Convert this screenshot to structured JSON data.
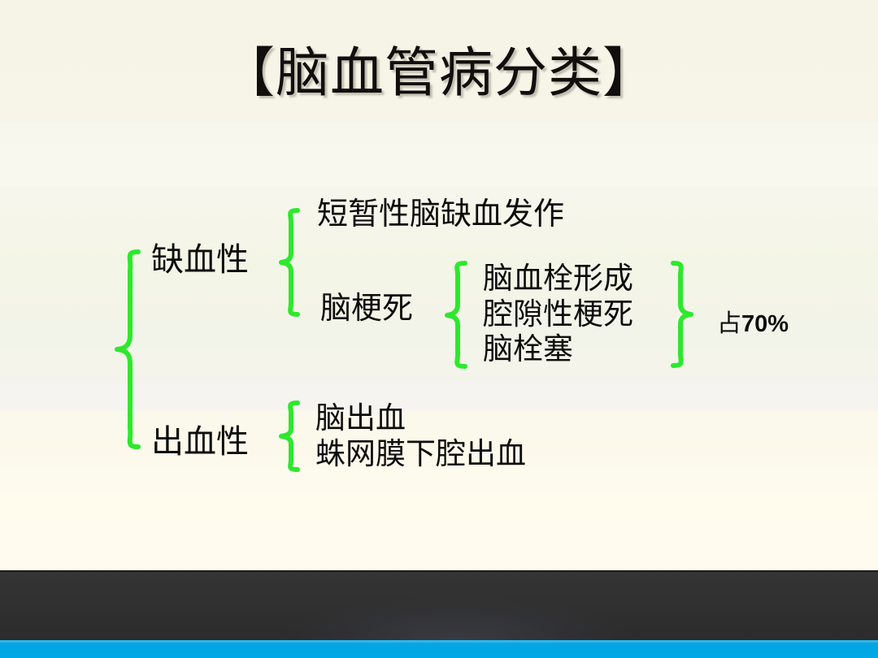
{
  "slide": {
    "title": "【脑血管病分类】",
    "brace_color": "#2de82d",
    "text_color": "#0d0d0b",
    "background_color": "#f6f4e6",
    "footer_dark_color": "#303030",
    "footer_accent_color": "#00a6e2"
  },
  "diagram": {
    "root_label": "",
    "branches": [
      {
        "label": "缺血性",
        "children": [
          {
            "label": "短暂性脑缺血发作",
            "children": []
          },
          {
            "label": "脑梗死",
            "children": [
              {
                "label": "脑血栓形成"
              },
              {
                "label": "腔隙性梗死"
              },
              {
                "label": "脑栓塞"
              }
            ],
            "annotation": "占70%",
            "annotation_prefix": "占",
            "annotation_value": "70%"
          }
        ]
      },
      {
        "label": "出血性",
        "children": [
          {
            "label": "脑出血",
            "children": []
          },
          {
            "label": "蛛网膜下腔出血",
            "children": []
          }
        ]
      }
    ]
  }
}
